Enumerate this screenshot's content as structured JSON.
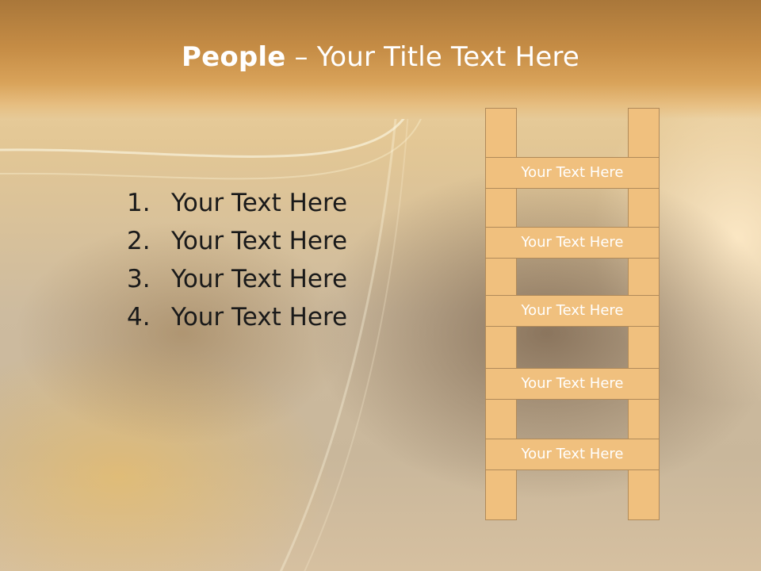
{
  "title": {
    "bold": "People",
    "rest": " – Your Title Text Here"
  },
  "bullets": [
    {
      "num": "1.",
      "text": "Your Text Here"
    },
    {
      "num": "2.",
      "text": "Your Text Here"
    },
    {
      "num": "3.",
      "text": "Your Text Here"
    },
    {
      "num": "4.",
      "text": "Your Text Here"
    }
  ],
  "ladder": {
    "rungs": [
      "Your Text Here",
      "Your Text Here",
      "Your Text Here",
      "Your Text Here",
      "Your Text Here"
    ]
  },
  "colors": {
    "title_band": "#c58c45",
    "ladder_fill": "#f0c07e",
    "ladder_stroke": "#b08a5a",
    "title_text": "#ffffff",
    "body_text": "#1a1a1a"
  }
}
